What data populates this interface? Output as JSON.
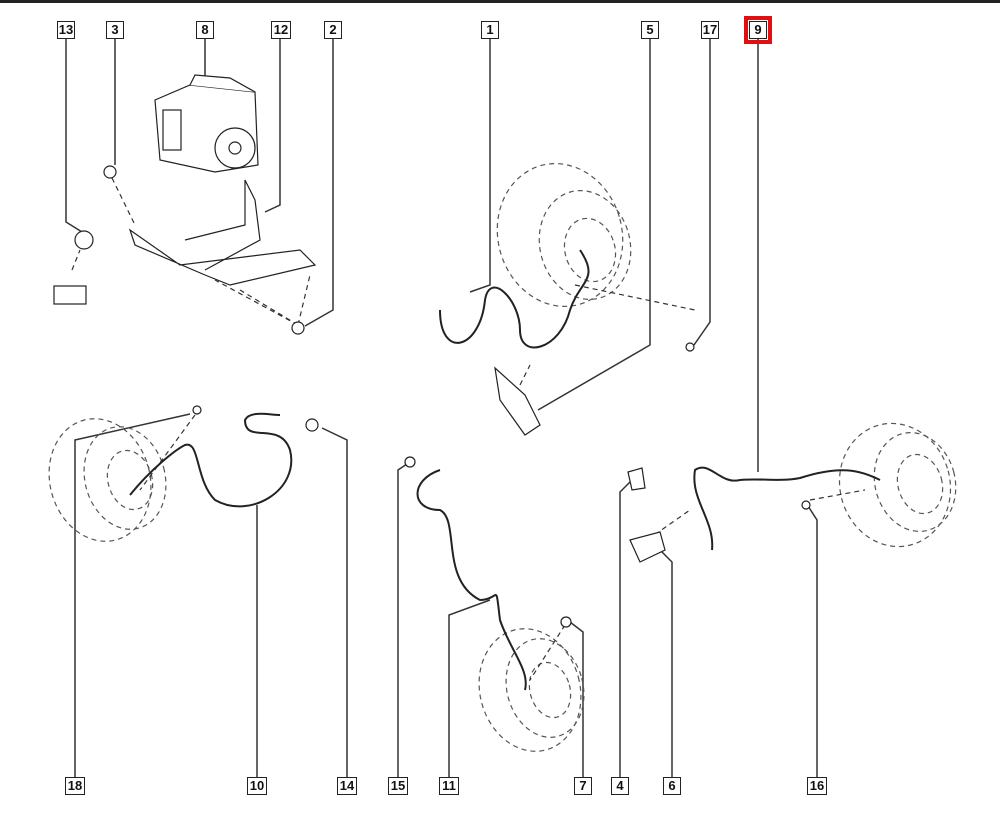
{
  "diagram": {
    "highlight_color": "#e01010",
    "highlighted_part": "9",
    "callouts_top": [
      "13",
      "3",
      "8",
      "12",
      "2",
      "1",
      "5",
      "17",
      "9"
    ],
    "callouts_bottom": [
      "18",
      "10",
      "14",
      "15",
      "11",
      "7",
      "4",
      "6",
      "16"
    ]
  }
}
